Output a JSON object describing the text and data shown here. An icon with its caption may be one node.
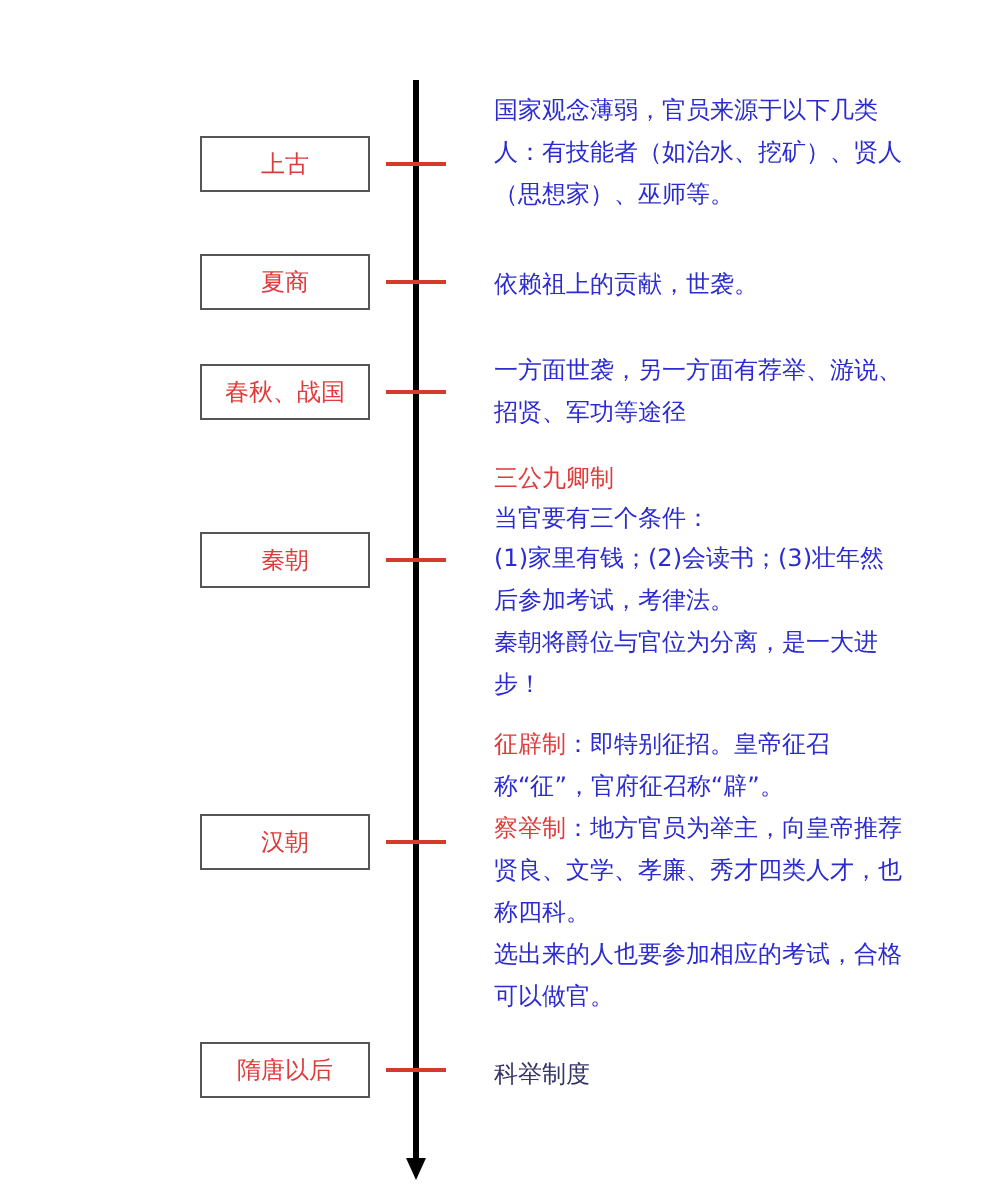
{
  "diagram": {
    "nodes": [
      {
        "text": [
          "上古"
        ]
      },
      {
        "text": [
          "夏商"
        ]
      },
      {
        "text": [
          "春秋、战国"
        ]
      },
      {
        "text": [
          "秦朝"
        ]
      },
      {
        "text": [
          "汉朝"
        ]
      },
      {
        "text": [
          "隋唐以后"
        ]
      }
    ],
    "labels": [
      "国家观念薄弱，官员来源于以下几类人：有技能者（如治水、挖矿）、贤人（思想家）、巫师等。",
      "依赖祖上的贡献，世袭。",
      "一方面世袭，另一方面有荐举、游说、招贤、军功等途径",
      "三公九卿制",
      "当官要有三个条件：",
      "(1)家里有钱；(2)会读书；(3)壮年然后参加考试，考律法。",
      "秦朝将爵位与官位为分离，是一大进步！",
      "征辟制",
      "：即特别征招。皇帝征召称“征”，官府征召称“辟”。",
      "察举制",
      "：地方官员为举主，向皇帝推荐贤良、文学、孝廉、秀才四类人才，也称四科。",
      "选出来的人也要参加相应的考试，合格可以做官。",
      "科举制度"
    ]
  }
}
